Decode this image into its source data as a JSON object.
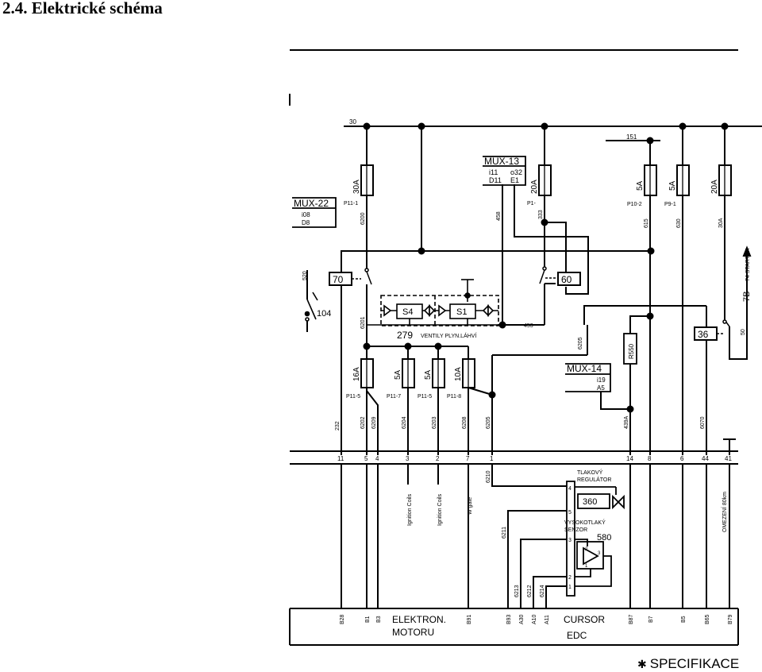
{
  "title": "2.4. Elektrické schéma",
  "footer": {
    "specifikace": "SPECIFIKACE",
    "star": "✱"
  },
  "lines": {
    "l30": "30",
    "l151": "151"
  },
  "boxes": {
    "mux22": {
      "title": "MUX-22",
      "l1": "i08",
      "l2": "D8"
    },
    "mux13": {
      "title": "MUX-13",
      "l1": "i11",
      "l2": "o32",
      "l3": "D11",
      "l4": "E1"
    },
    "mux14": {
      "title": "MUX-14",
      "l1": "i19",
      "l2": "A5"
    }
  },
  "fuses": {
    "f30a": {
      "rating": "30A",
      "pos": "P11-1"
    },
    "f20a1": {
      "rating": "20A",
      "pos": "P1-"
    },
    "f5a1": {
      "rating": "5A",
      "pos": "P10-2"
    },
    "f5a2": {
      "rating": "5A",
      "pos": "P9-1"
    },
    "f20a2": {
      "rating": "20A"
    },
    "f16a": {
      "rating": "16A",
      "pos": "P11-5"
    },
    "f5a3": {
      "rating": "5A",
      "pos": "P11-7"
    },
    "f5a4": {
      "rating": "5A",
      "pos": "P11-5"
    },
    "f10a": {
      "rating": "10A",
      "pos": "P11-8"
    }
  },
  "relays": {
    "r70": "70",
    "r60": "60",
    "r36": "36"
  },
  "components": {
    "c104": "104",
    "s4": "S4",
    "s1": "S1",
    "c279": "279",
    "ventily": "VENTILY PLYN.LÁHVÍ",
    "r550": "R550",
    "c360": "360",
    "c580": "580",
    "starter_num": "7B",
    "starter_txt": "74 STARTÉR"
  },
  "wires": {
    "w520": "520",
    "w6200": "6200",
    "w6201": "6201",
    "w458": "458",
    "w333": "333",
    "w615": "615",
    "w630": "630",
    "w30a": "30A",
    "w453": "453",
    "w6205": "6205",
    "w50": "50",
    "w232": "232",
    "w6202": "6202",
    "w6209": "6209",
    "w6204": "6204",
    "w6203": "6203",
    "w6208": "6208",
    "w6205b": "6205",
    "w439a": "439A",
    "w6070": "6070",
    "w6210": "6210",
    "w6211": "6211",
    "w6213": "6213",
    "w6212": "6212",
    "w6214": "6214"
  },
  "connector": {
    "pins": [
      "11",
      "5",
      "4",
      "3",
      "2",
      "7",
      "1",
      "14",
      "8",
      "6",
      "44",
      "41"
    ]
  },
  "vertical_labels": {
    "ign1": "Ignition Coils",
    "ign2": "Ignition Coils",
    "wgate": "W gate",
    "omezeni": "OMEZENÍ 80km"
  },
  "regulator": {
    "tlak1": "TLAKOVÝ",
    "tlak2": "REGULÁTOR",
    "vys1": "VYSOKOTLAKÝ",
    "vys2": "SENZOR",
    "pins": [
      "4",
      "5",
      "3",
      "2",
      "1"
    ]
  },
  "sensor_pins": {
    "p2": "2",
    "p1": "1",
    "p3": "3"
  },
  "ecu": {
    "pins": [
      "B28",
      "B1",
      "B3",
      "B91",
      "B93",
      "A30",
      "A10",
      "A11",
      "B87",
      "B7",
      "B5",
      "B65",
      "B79"
    ],
    "elektron1": "ELEKTRON.",
    "elektron2": "MOTORU",
    "cursor": "CURSOR",
    "edc": "EDC"
  }
}
